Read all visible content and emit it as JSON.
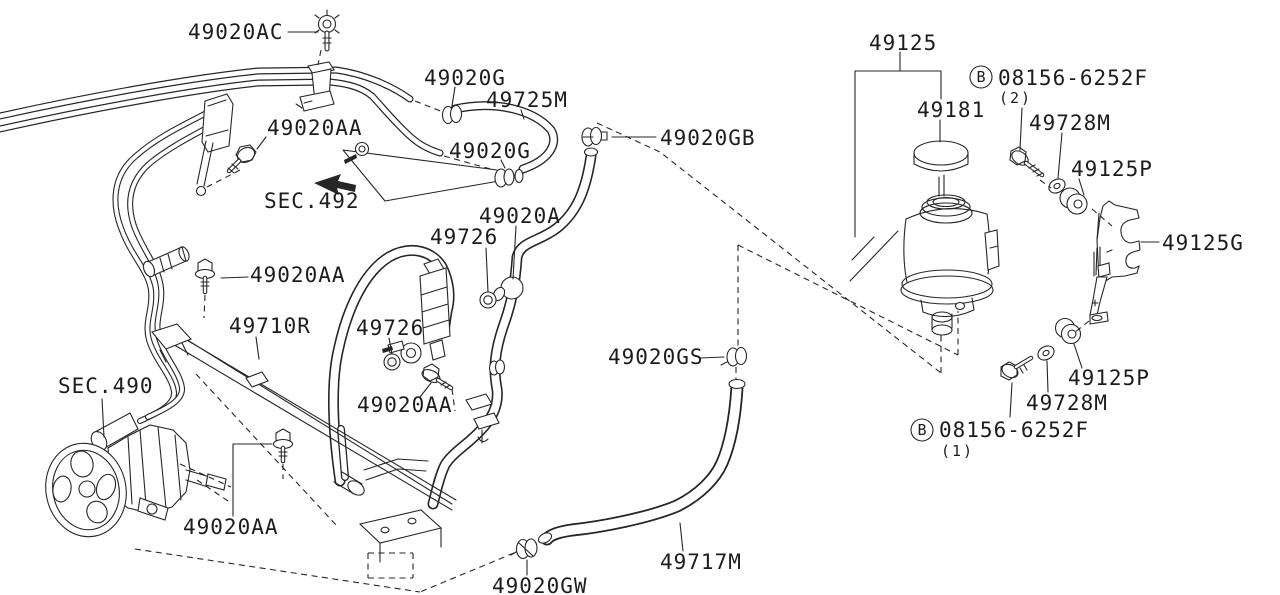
{
  "diagram": {
    "type": "auto-parts-exploded-diagram",
    "subject": "power steering piping",
    "colors": {
      "background": "#ffffff",
      "line": "#262626",
      "text": "#1c1c1c"
    },
    "sections": {
      "sec492": "SEC.492",
      "sec490": "SEC.490"
    },
    "labels": {
      "p49020ac": "49020AC",
      "p49020g_top": "49020G",
      "p49725m": "49725M",
      "p49020aa_1": "49020AA",
      "p49020g_mid": "49020G",
      "p49020gb": "49020GB",
      "p49020a": "49020A",
      "p49726_1": "49726",
      "p49710r": "49710R",
      "p49726_2": "49726",
      "p49020aa_2": "49020AA",
      "p49020aa_3": "49020AA",
      "p49020aa_4": "49020AA",
      "p49020gs": "49020GS",
      "p49020gw": "49020GW",
      "p49717m": "49717M",
      "p49125": "49125",
      "p49181": "49181",
      "p49728m_top": "49728M",
      "p49125p_top": "49125P",
      "p49125g": "49125G",
      "p49125p_bottom": "49125P",
      "p49728m_bottom": "49728M",
      "bolt_circle_letter": "B",
      "bolt_spec": "08156-6252F",
      "bolt_qty_top": "(2)",
      "bolt_qty_bottom": "(1)"
    }
  }
}
